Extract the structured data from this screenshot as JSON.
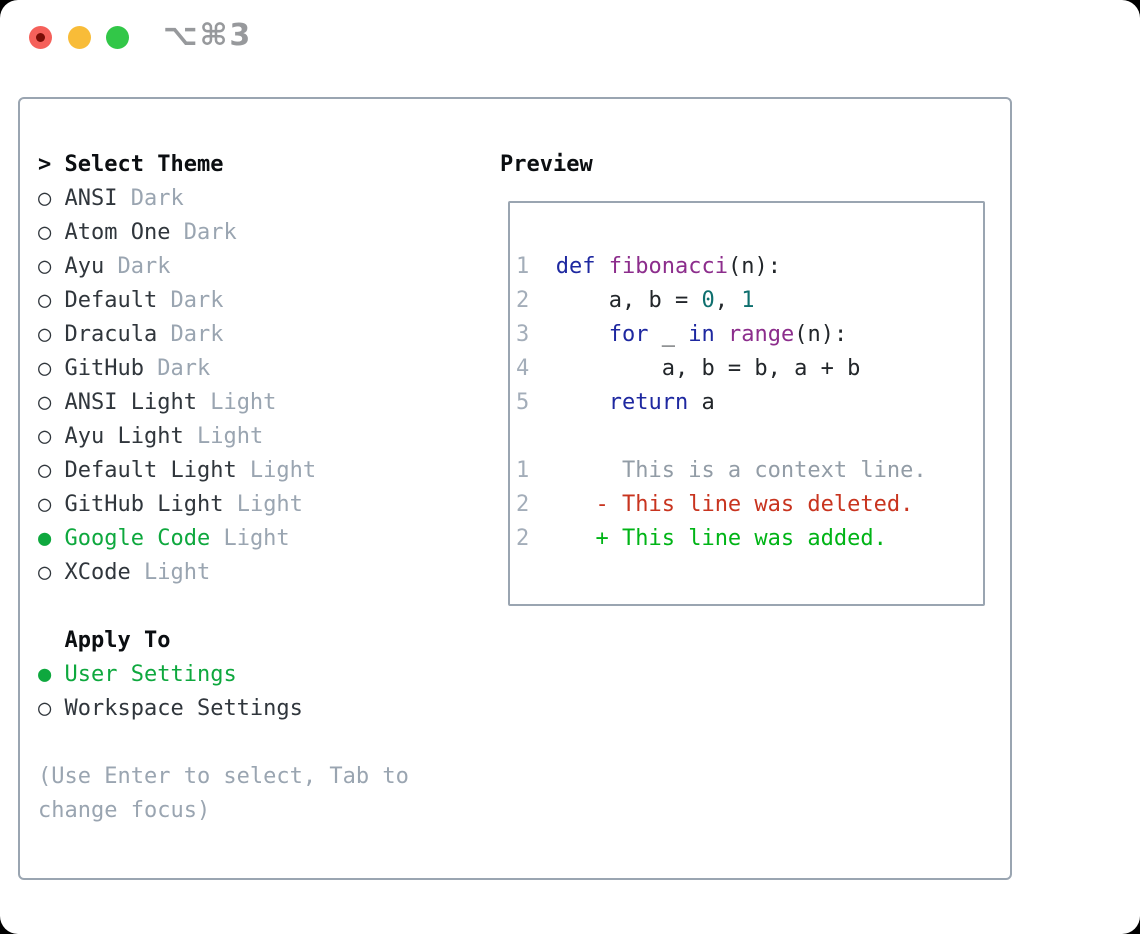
{
  "window": {
    "title": "⌥⌘3",
    "buttons": [
      {
        "id": "close",
        "color": "#f5605a",
        "dot": "#7a0d06"
      },
      {
        "id": "minimize",
        "color": "#f8bc38"
      },
      {
        "id": "zoom",
        "color": "#32c748"
      }
    ]
  },
  "theme_picker": {
    "header_prefix": "> ",
    "header": "Select Theme",
    "radio_selected": "●",
    "radio_unselected": "○",
    "themes": [
      {
        "name": "ANSI",
        "variant": "Dark",
        "selected": false
      },
      {
        "name": "Atom One",
        "variant": "Dark",
        "selected": false
      },
      {
        "name": "Ayu",
        "variant": "Dark",
        "selected": false
      },
      {
        "name": "Default",
        "variant": "Dark",
        "selected": false
      },
      {
        "name": "Dracula",
        "variant": "Dark",
        "selected": false
      },
      {
        "name": "GitHub",
        "variant": "Dark",
        "selected": false
      },
      {
        "name": "ANSI Light",
        "variant": "Light",
        "selected": false
      },
      {
        "name": "Ayu Light",
        "variant": "Light",
        "selected": false
      },
      {
        "name": "Default Light",
        "variant": "Light",
        "selected": false
      },
      {
        "name": "GitHub Light",
        "variant": "Light",
        "selected": false
      },
      {
        "name": "Google Code",
        "variant": "Light",
        "selected": true
      },
      {
        "name": "XCode",
        "variant": "Light",
        "selected": false
      }
    ]
  },
  "apply_to": {
    "header_prefix": "  ",
    "header": "Apply To",
    "options": [
      {
        "label": "User Settings",
        "selected": true
      },
      {
        "label": "Workspace Settings",
        "selected": false
      }
    ]
  },
  "help": {
    "line1": "(Use Enter to select, Tab to",
    "line2": "change focus)"
  },
  "preview": {
    "header": "Preview",
    "token_colors": {
      "num": "#a3adb9",
      "kw": "#1e28a0",
      "fn": "#8c2d8c",
      "lit": "#0e6f6e",
      "plain": "#22262a",
      "ctx": "#929ca6",
      "del": "#c8341f",
      "add": "#00b416"
    },
    "lines": [
      [
        [
          "num",
          "1  "
        ],
        [
          "kw",
          "def "
        ],
        [
          "fn",
          "fibonacci"
        ],
        [
          "plain",
          "(n):"
        ]
      ],
      [
        [
          "num",
          "2  "
        ],
        [
          "plain",
          "    a, b = "
        ],
        [
          "lit",
          "0"
        ],
        [
          "plain",
          ", "
        ],
        [
          "lit",
          "1"
        ]
      ],
      [
        [
          "num",
          "3  "
        ],
        [
          "plain",
          "    "
        ],
        [
          "kw",
          "for"
        ],
        [
          "plain",
          " _ "
        ],
        [
          "kw",
          "in"
        ],
        [
          "plain",
          " "
        ],
        [
          "fn",
          "range"
        ],
        [
          "plain",
          "(n):"
        ]
      ],
      [
        [
          "num",
          "4  "
        ],
        [
          "plain",
          "        a, b = b, a + b"
        ]
      ],
      [
        [
          "num",
          "5  "
        ],
        [
          "plain",
          "    "
        ],
        [
          "kw",
          "return"
        ],
        [
          "plain",
          " a"
        ]
      ],
      [],
      [
        [
          "num",
          "1  "
        ],
        [
          "ctx",
          "     This is a context line."
        ]
      ],
      [
        [
          "num",
          "2  "
        ],
        [
          "del",
          "   - This line was deleted."
        ]
      ],
      [
        [
          "num",
          "2  "
        ],
        [
          "add",
          "   + This line was added."
        ]
      ]
    ]
  },
  "colors": {
    "panel_border": "#9aa5b1",
    "selection_green": "#0ea83e",
    "text_dark": "#30363c",
    "text_muted": "#9aa5b1",
    "header_black": "#0b0e11",
    "title_gray": "#97999c"
  }
}
